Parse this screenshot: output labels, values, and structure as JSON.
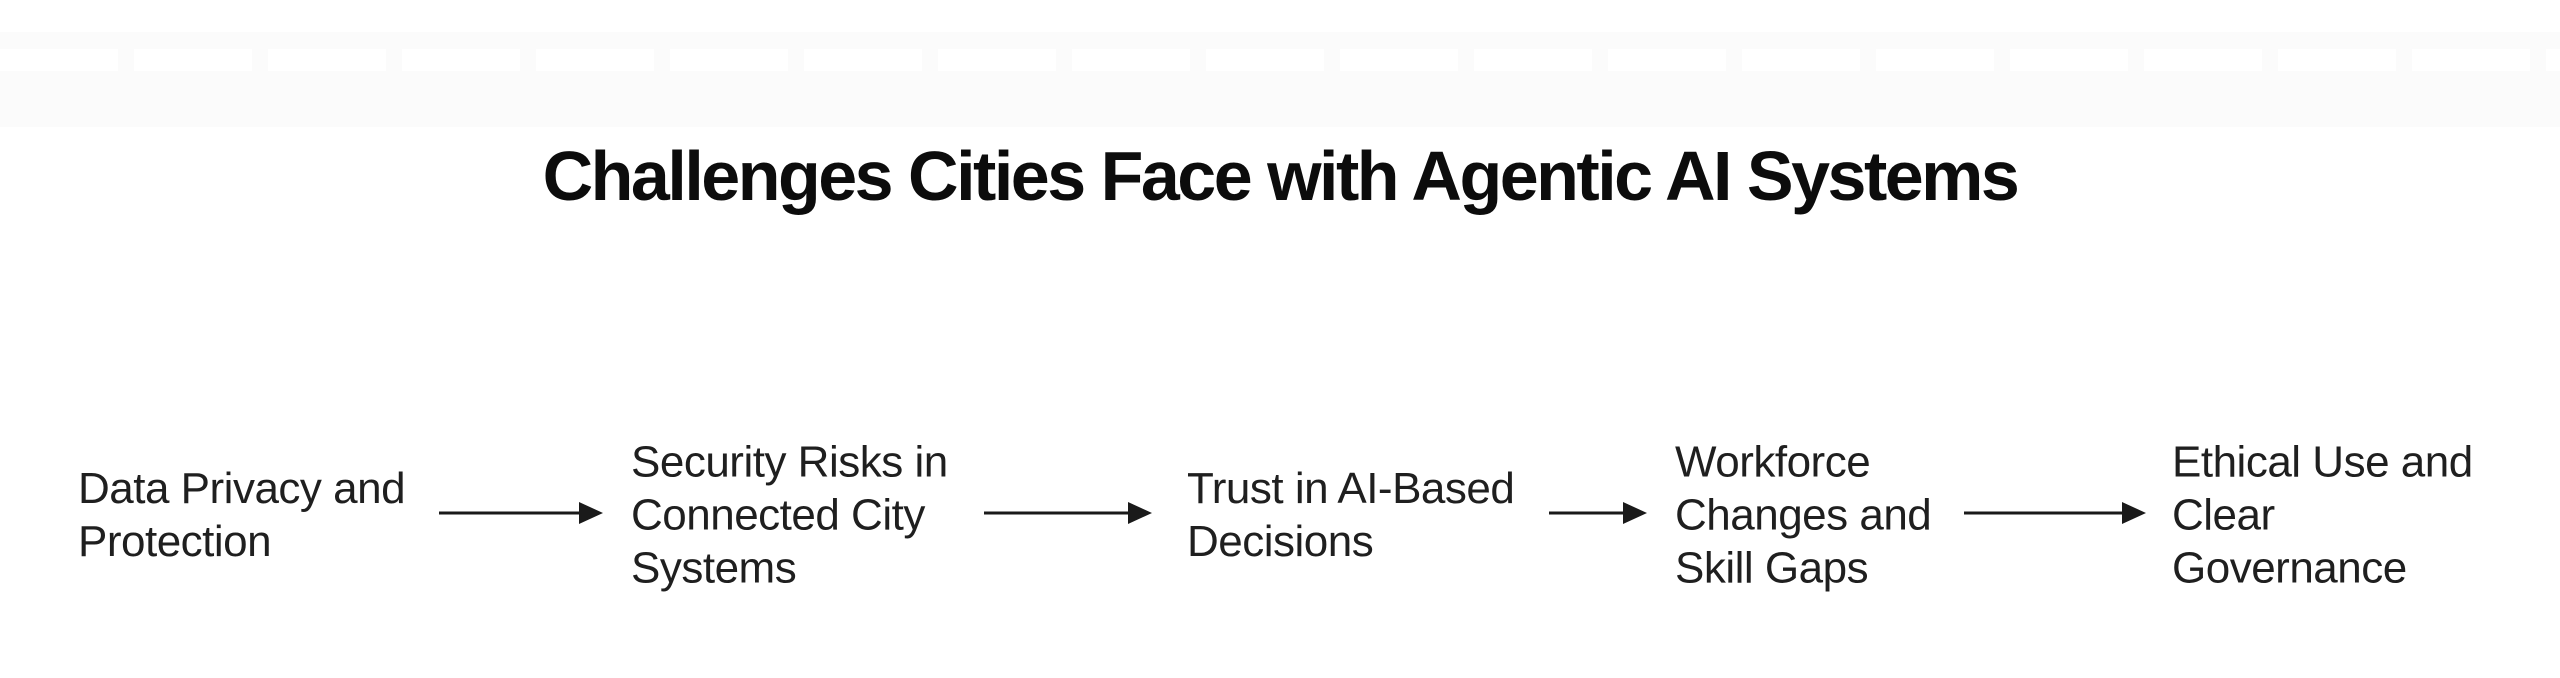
{
  "title": "Challenges Cities Face with Agentic AI Systems",
  "flow": {
    "type": "horizontal-flowchart",
    "nodes": [
      {
        "id": "n1",
        "label": "Data Privacy and Protection",
        "lines": [
          "Data Privacy and",
          "Protection"
        ]
      },
      {
        "id": "n2",
        "label": "Security Risks in Connected City Systems",
        "lines": [
          "Security Risks in",
          "Connected City",
          "Systems"
        ]
      },
      {
        "id": "n3",
        "label": "Trust in AI-Based Decisions",
        "lines": [
          "Trust in AI-Based",
          "Decisions"
        ]
      },
      {
        "id": "n4",
        "label": "Workforce Changes and Skill Gaps",
        "lines": [
          "Workforce",
          "Changes and",
          "Skill Gaps"
        ]
      },
      {
        "id": "n5",
        "label": "Ethical Use and Clear Governance",
        "lines": [
          "Ethical Use and",
          "Clear",
          "Governance"
        ]
      }
    ],
    "connections": [
      {
        "from": "n1",
        "to": "n2"
      },
      {
        "from": "n2",
        "to": "n3"
      },
      {
        "from": "n3",
        "to": "n4"
      },
      {
        "from": "n4",
        "to": "n5"
      }
    ]
  },
  "colors": {
    "page_background": "#ffffff",
    "band_background": "#fbfbfb",
    "title_text": "#0c0c0c",
    "node_text": "#1f1f1f",
    "arrow": "#1a1a1a"
  }
}
